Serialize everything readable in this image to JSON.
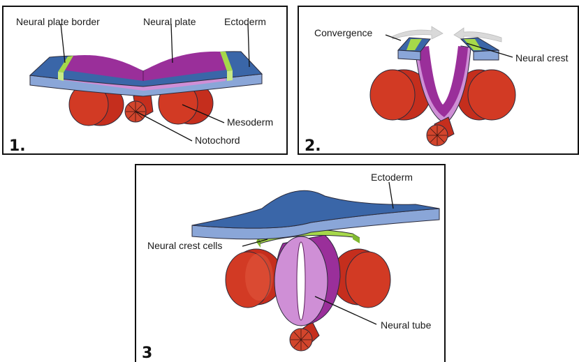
{
  "panels": [
    {
      "number": "1.",
      "labels": {
        "neural_plate_border": "Neural plate border",
        "neural_plate": "Neural plate",
        "ectoderm": "Ectoderm",
        "mesoderm": "Mesoderm",
        "notochord": "Notochord"
      }
    },
    {
      "number": "2.",
      "labels": {
        "convergence": "Convergence",
        "neural_crest": "Neural crest"
      }
    },
    {
      "number": "3",
      "labels": {
        "ectoderm": "Ectoderm",
        "neural_crest_cells": "Neural crest cells",
        "neural_tube": "Neural tube"
      }
    }
  ],
  "colors": {
    "ectoderm_top": "#3a66a8",
    "ectoderm_side": "#8aa6d8",
    "neural_plate_top": "#9a2f9a",
    "neural_plate_side": "#cf8fd6",
    "neural_crest": "#a6d84a",
    "mesoderm": "#d23a24",
    "mesoderm_light": "#ea6a4c",
    "notochord": "#d2452c",
    "arrow": "#d9d9d9"
  }
}
